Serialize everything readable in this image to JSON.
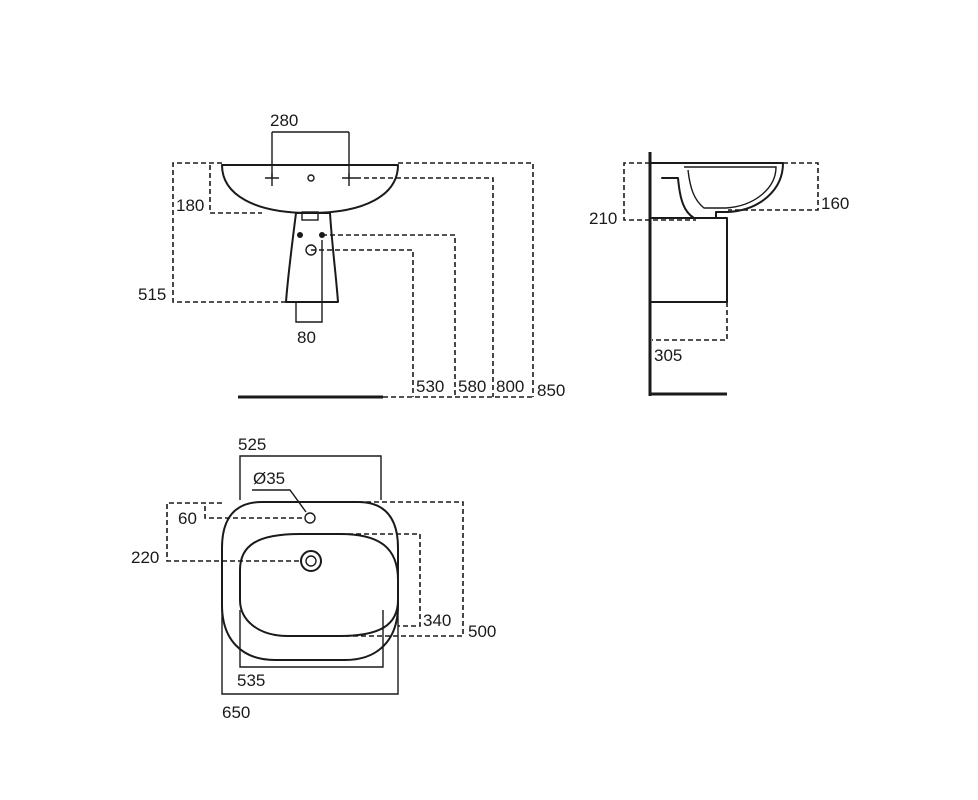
{
  "front_view": {
    "dims": {
      "tap_spacing": "280",
      "basin_depth": "180",
      "pedestal_height": "515",
      "pedestal_width": "80",
      "h530": "530",
      "h580": "580",
      "h800": "800",
      "h850": "850"
    }
  },
  "side_view": {
    "dims": {
      "bowl_height": "210",
      "rim_depth": "160",
      "pedestal_depth": "305"
    }
  },
  "top_view": {
    "dims": {
      "bowl_length": "525",
      "tap_hole_diameter": "Ø35",
      "tap_offset": "60",
      "waste_offset": "220",
      "bowl_width": "340",
      "overall_depth": "500",
      "inner_width": "535",
      "overall_width": "650"
    }
  },
  "colors": {
    "line": "#1a1a1a",
    "background": "#ffffff"
  }
}
